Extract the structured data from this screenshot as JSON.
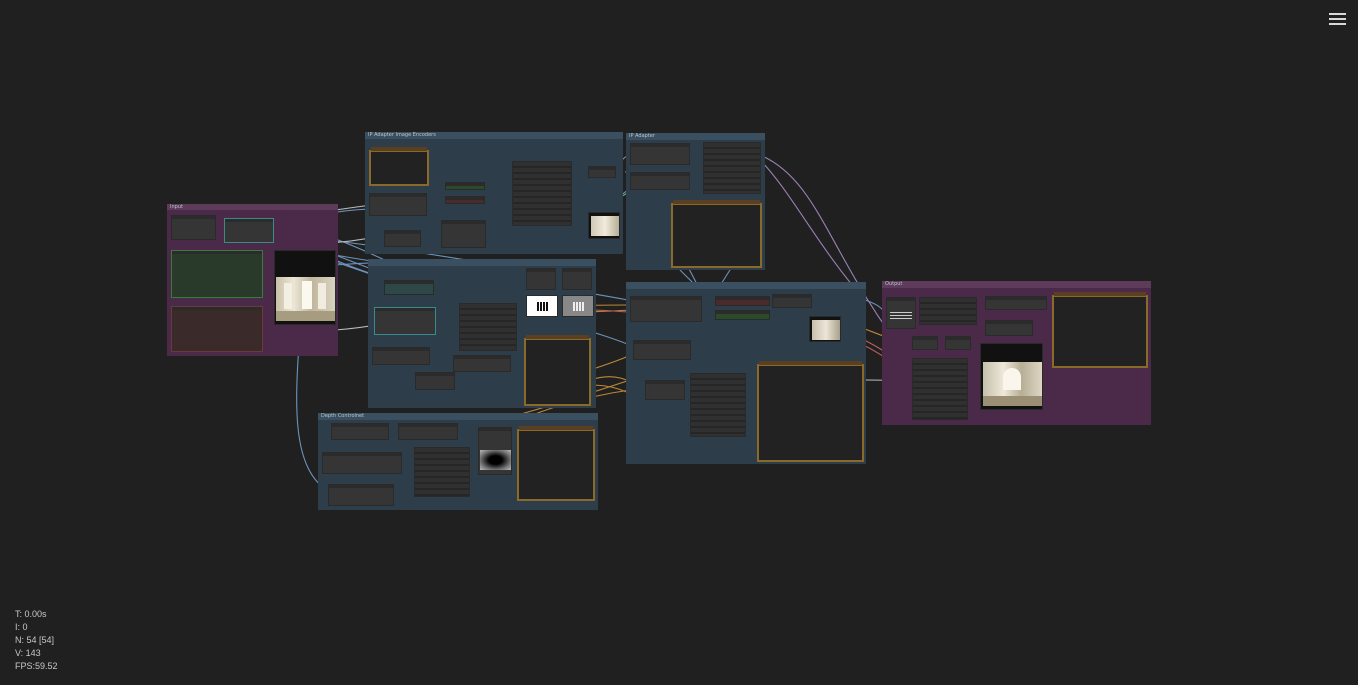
{
  "app": {
    "menu_icon": "hamburger-menu-icon"
  },
  "groups": [
    {
      "id": "input",
      "title": "Input"
    },
    {
      "id": "ipadapter-image-encoding",
      "title": "IP Adapter Image Encoders"
    },
    {
      "id": "ipadapter",
      "title": "IP Adapter"
    },
    {
      "id": "masks",
      "title": ""
    },
    {
      "id": "sampler",
      "title": ""
    },
    {
      "id": "output",
      "title": "Output"
    },
    {
      "id": "depth-controlnet",
      "title": "Depth Controlnet"
    }
  ],
  "stats": {
    "time": "T: 0.00s",
    "iterations": "I: 0",
    "nodes": "N: 54 [54]",
    "vertices": "V: 143",
    "fps": "FPS:59.52"
  },
  "colors": {
    "background": "#202020",
    "group_input": "#4a2a48",
    "group_blue": "#2d3e4a",
    "group_output": "#4a2a48",
    "link_blue": "#7aa8d8",
    "link_orange": "#d89a3a",
    "link_purple": "#b090d0",
    "link_green": "#7ac08a",
    "link_red": "#d86a6a"
  }
}
